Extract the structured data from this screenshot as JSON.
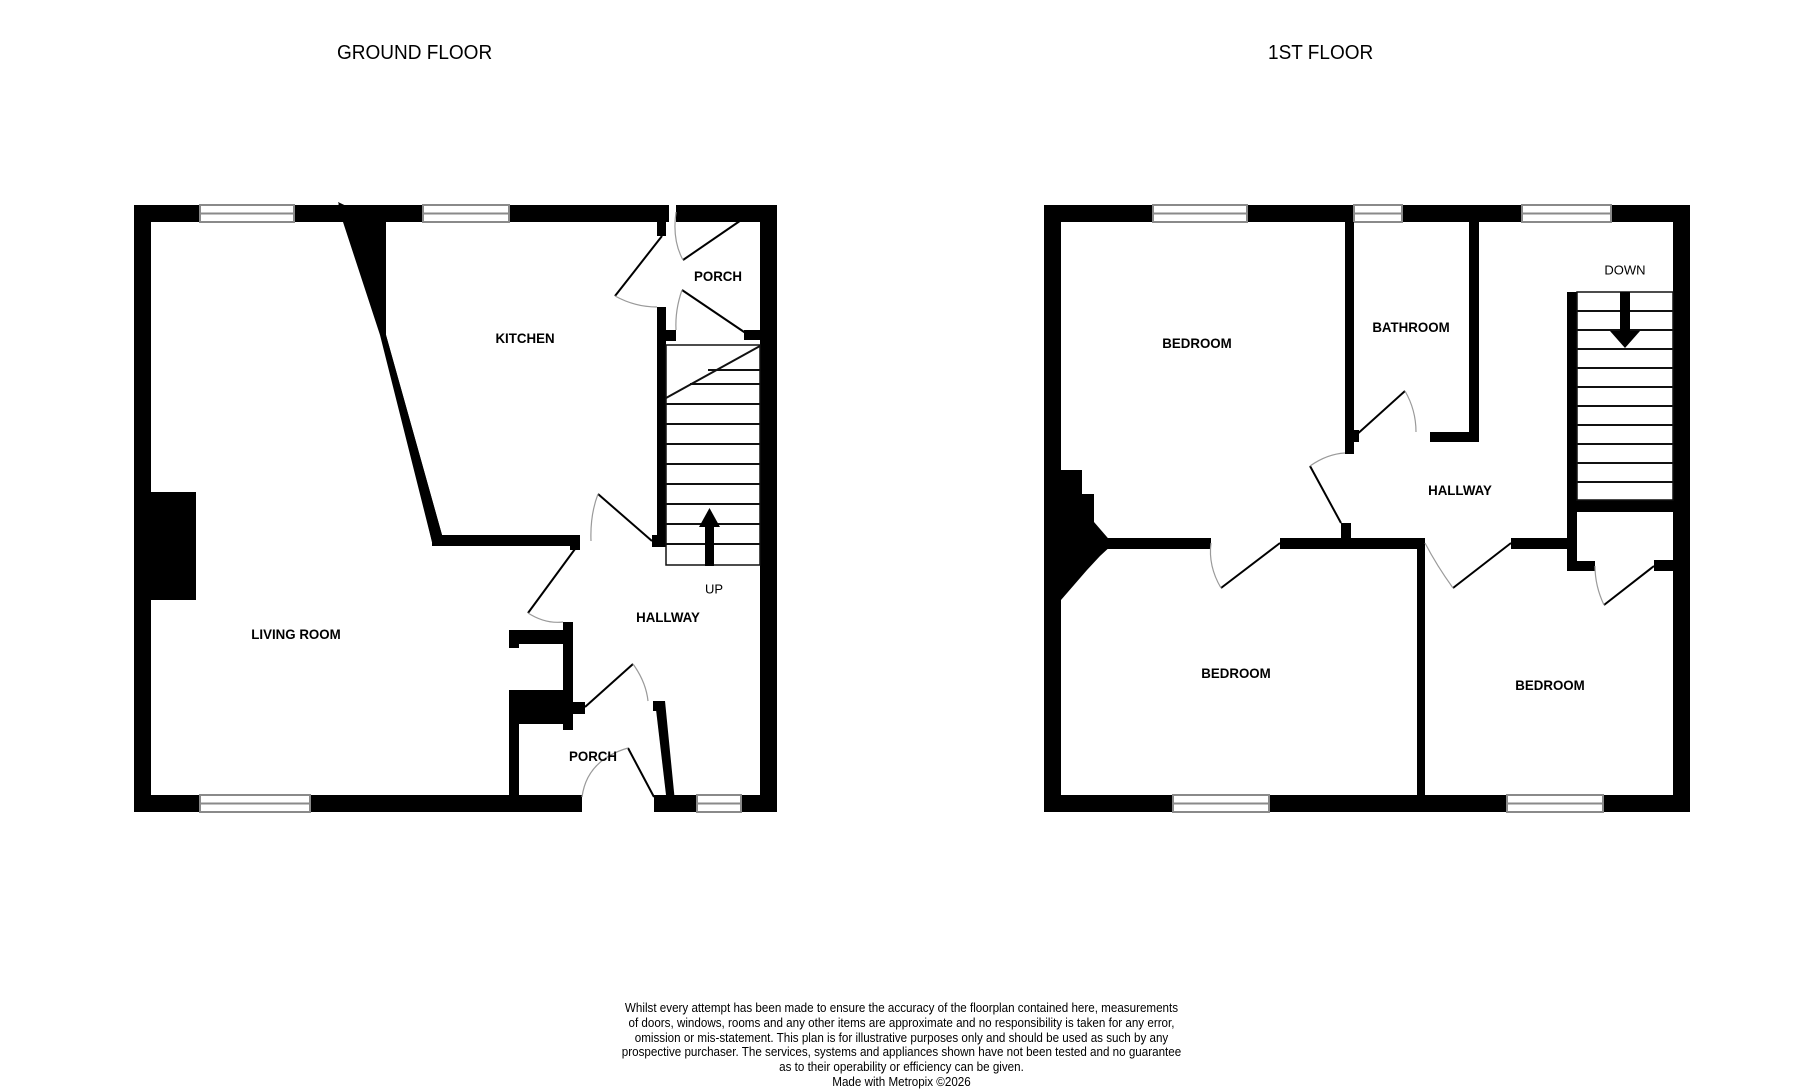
{
  "floors": [
    {
      "title": "GROUND FLOOR",
      "rooms": [
        {
          "name": "KITCHEN"
        },
        {
          "name": "PORCH"
        },
        {
          "name": "LIVING ROOM"
        },
        {
          "name": "HALLWAY"
        },
        {
          "name": "PORCH"
        }
      ],
      "stairs_label": "UP"
    },
    {
      "title": "1ST FLOOR",
      "rooms": [
        {
          "name": "BEDROOM"
        },
        {
          "name": "BATHROOM"
        },
        {
          "name": "HALLWAY"
        },
        {
          "name": "BEDROOM"
        },
        {
          "name": "BEDROOM"
        }
      ],
      "stairs_label": "DOWN"
    }
  ],
  "disclaimer": {
    "lines": [
      "Whilst every attempt has been made to ensure the accuracy of the floorplan contained here, measurements",
      "of doors, windows, rooms and any other items are approximate and no responsibility is taken for any error,",
      "omission or mis-statement. This plan is for illustrative purposes only and should be used as such by any",
      "prospective purchaser. The services, systems and appliances shown have not been tested and no guarantee",
      "as to their operability or efficiency can be given."
    ],
    "credit": "Made with Metropix ©2026"
  },
  "colors": {
    "wall": "#000000",
    "window": "#8a8a8a",
    "background": "#ffffff"
  }
}
